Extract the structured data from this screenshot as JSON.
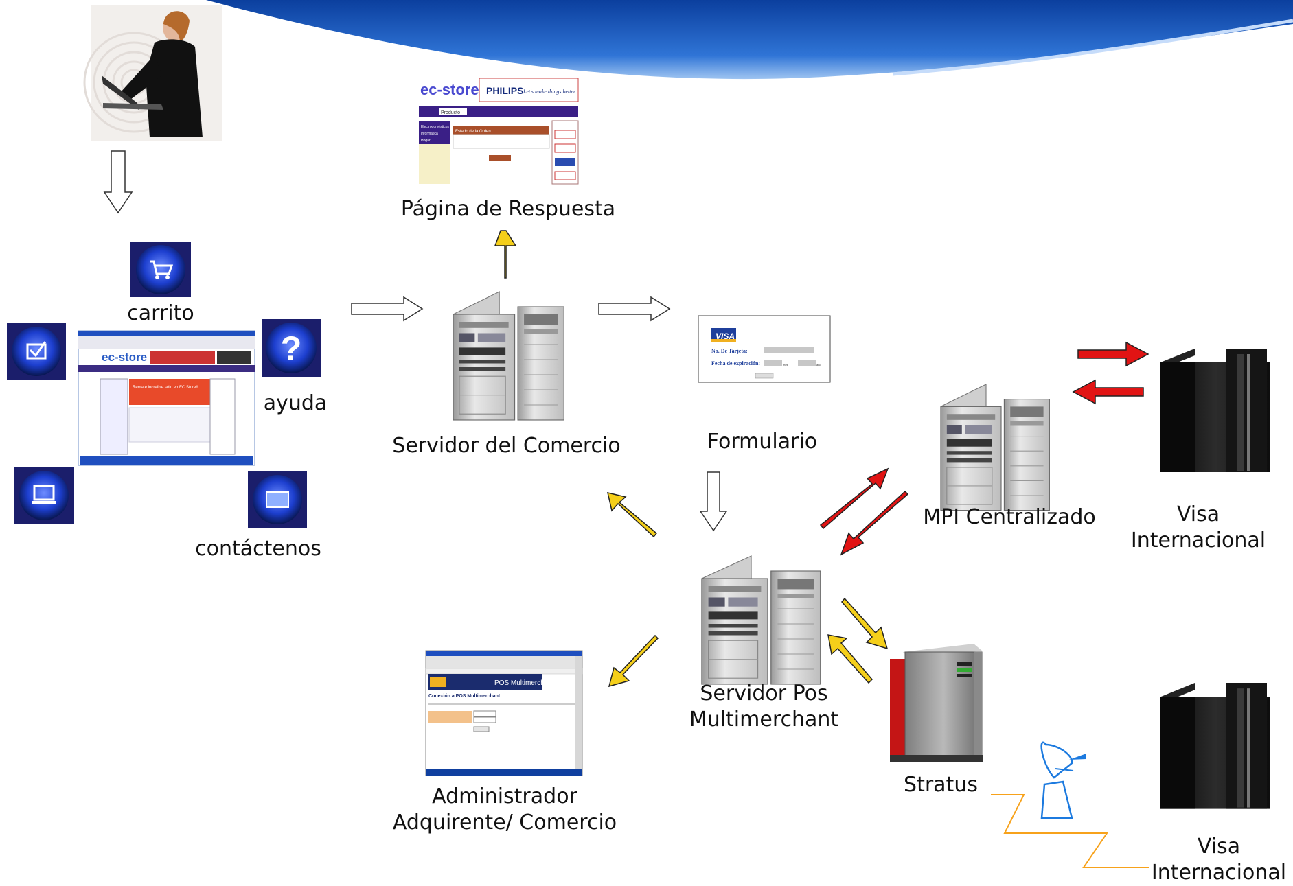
{
  "labels": {
    "carrito": "carrito",
    "ayuda": "ayuda",
    "contactenos": "contáctenos",
    "pagina_respuesta": "Página de Respuesta",
    "servidor_comercio": "Servidor del Comercio",
    "formulario": "Formulario",
    "mpi": "MPI Centralizado",
    "visa1_line1": "Visa",
    "visa1_line2": "Internacional",
    "servidor_pos_line1": "Servidor Pos",
    "servidor_pos_line2": "Multimerchant",
    "administrador_line1": "Administrador",
    "administrador_line2": "Adquirente/ Comercio",
    "stratus": "Stratus",
    "visa2_line1": "Visa",
    "visa2_line2": "Internacional"
  },
  "response_page": {
    "logo": "ec-store",
    "brand": "PHILIPS",
    "tagline": "Let's make things better",
    "search_value": "Producto",
    "panel_title": "Estado de la Orden",
    "menu": [
      "Electrodomésticos",
      "Informática",
      "Hogar"
    ]
  },
  "visa_form": {
    "card_brand": "VISA",
    "card_number_label": "No. De Tarjeta:",
    "expiry_label": "Fecha de expiración:",
    "month_unit": "mes",
    "year_unit": "año"
  },
  "shop_screenshot": {
    "logo": "ec-store",
    "promo": "Remate increíble sólo en EC Store!!"
  },
  "admin_screenshot": {
    "banner": "POS Multimerchant",
    "heading": "Conexión a POS Multimerchant"
  },
  "colors": {
    "arrow_yellow": "#f5cf1a",
    "arrow_red": "#e11414",
    "link_orange": "#f7a21b",
    "icon_blue": "#1d3fcf",
    "banner_blue": "#1b5fc4"
  }
}
